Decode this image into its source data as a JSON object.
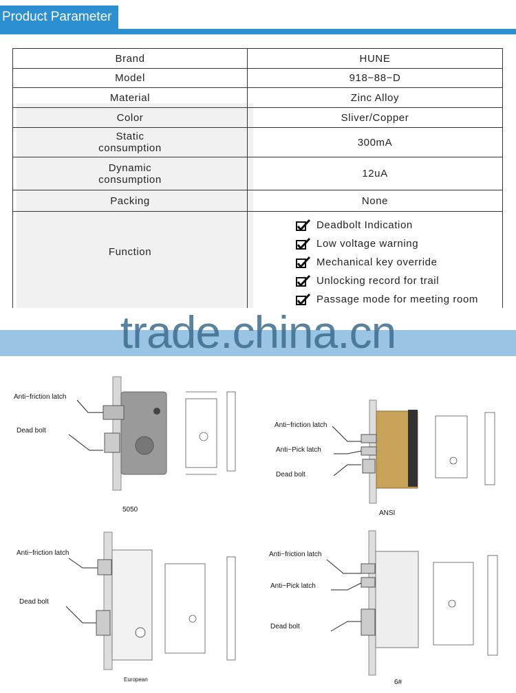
{
  "header": {
    "title": "Product Parameter"
  },
  "params": [
    {
      "key": "Brand",
      "value": "HUNE"
    },
    {
      "key": "Model",
      "value": "918−88−D"
    },
    {
      "key": "Material",
      "value": "Zinc Alloy"
    },
    {
      "key": "Color",
      "value": "Sliver/Copper"
    },
    {
      "key": "Static consumption",
      "value": "300mA"
    },
    {
      "key": "Dynamic consumption",
      "value": "12uA"
    },
    {
      "key": "Packing",
      "value": "None"
    }
  ],
  "function": {
    "key": "Function",
    "items": [
      "Deadbolt Indication",
      "Low voltage warning",
      "Mechanical key override",
      "Unlocking record for trail",
      "Passage mode for meeting room"
    ]
  },
  "watermark": "trade.china.cn",
  "lock_bodies": {
    "p5050": {
      "caption": "5050",
      "labels": [
        "Anti−friction latch",
        "Dead bolt"
      ]
    },
    "ansi": {
      "caption": "ANSI",
      "labels": [
        "Anti−friction latch",
        "Anti−Pick latch",
        "Dead bolt"
      ]
    },
    "european": {
      "caption": "European",
      "labels": [
        "Anti−friction latch",
        "Dead bolt"
      ]
    },
    "p6": {
      "caption": "6#",
      "labels": [
        "Anti−friction latch",
        "Anti−Pick latch",
        "Dead bolt"
      ]
    }
  },
  "colors": {
    "accent": "#2b8fd0",
    "watermark_band": "#9ac4e3"
  }
}
